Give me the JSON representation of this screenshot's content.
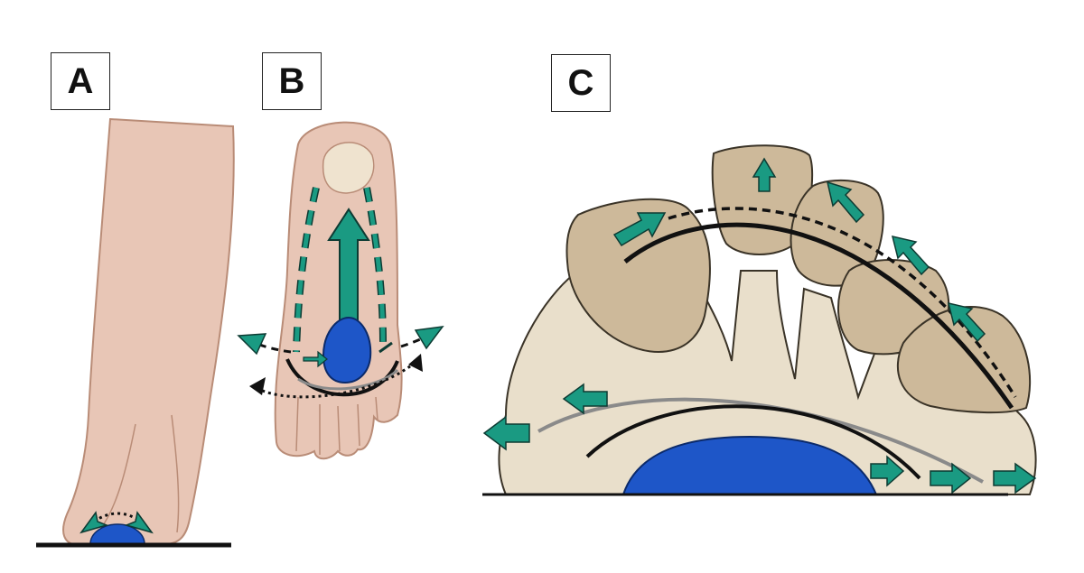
{
  "panels": {
    "a": {
      "label": "A"
    },
    "b": {
      "label": "B"
    },
    "c": {
      "label": "C"
    }
  },
  "colors": {
    "skin": "#e8c6b6",
    "skin_outline": "#b98c77",
    "bone_light": "#e9dfcb",
    "bone_dark": "#cdb99a",
    "bone_outline": "#3a3327",
    "ball": "#1e56c8",
    "arrow_teal": "#1a9a82",
    "arrow_outline": "#0d3b33",
    "curve_black": "#111111",
    "curve_gray": "#8a8a8a"
  },
  "icons": [
    "arrow-icon",
    "ball-icon"
  ]
}
